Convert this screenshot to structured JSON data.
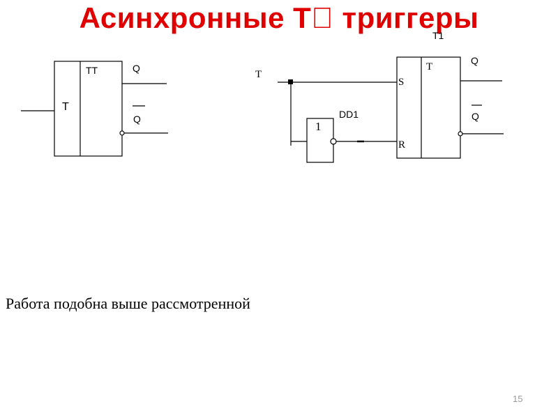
{
  "slide": {
    "title": "Асинхронные Т\u0000 триггеры",
    "body_text": "Работа подобна выше рассмотренной",
    "page_number": "15",
    "title_color": "#e00000"
  },
  "left_trigger": {
    "type_label": "ТТ",
    "input_label": "Т",
    "output_q": "Q",
    "output_q_inv": "Q"
  },
  "right_circuit": {
    "input_label": "Т",
    "gate_name": "DD1",
    "gate_symbol": "1",
    "trigger_name": "T1",
    "trigger_type": "T",
    "s_label": "S",
    "r_label": "R",
    "output_q": "Q",
    "output_q_inv": "Q"
  }
}
